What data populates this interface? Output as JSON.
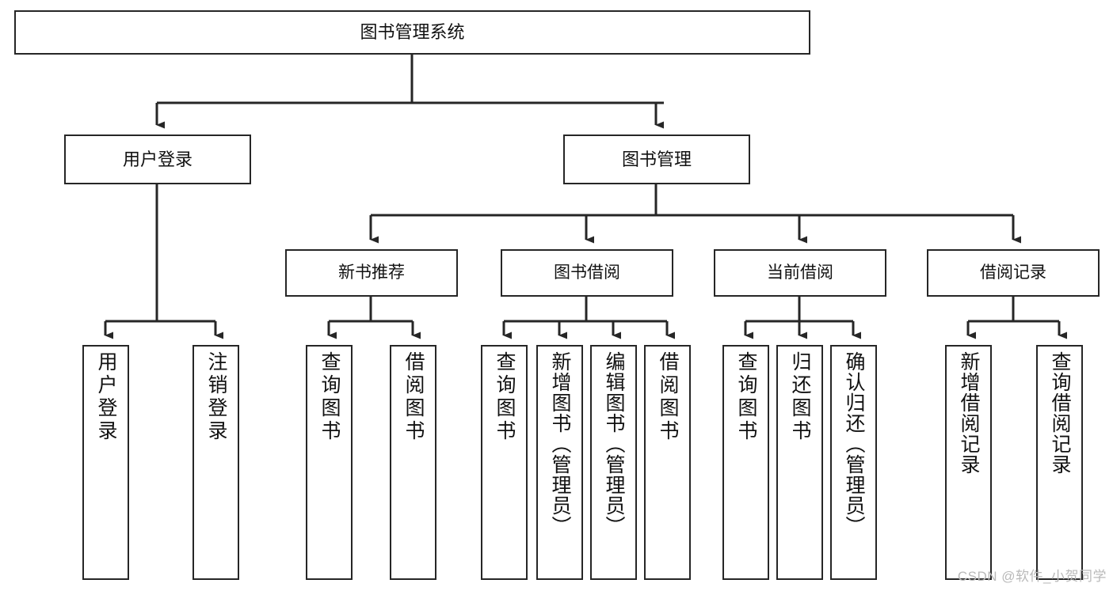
{
  "diagram": {
    "type": "hierarchy-tree",
    "title": "图书管理系统",
    "root": {
      "label": "图书管理系统"
    },
    "level2": [
      {
        "label": "用户登录"
      },
      {
        "label": "图书管理"
      }
    ],
    "level3": [
      {
        "label": "新书推荐"
      },
      {
        "label": "图书借阅"
      },
      {
        "label": "当前借阅"
      },
      {
        "label": "借阅记录"
      }
    ],
    "leaves": {
      "user_login": [
        {
          "label": "用户登录"
        },
        {
          "label": "注销登录"
        }
      ],
      "new_book_recommend": [
        {
          "label": "查询图书"
        },
        {
          "label": "借阅图书"
        }
      ],
      "book_borrow": [
        {
          "label": "查询图书"
        },
        {
          "label": "新增图书（管理员）"
        },
        {
          "label": "编辑图书（管理员）"
        },
        {
          "label": "借阅图书"
        }
      ],
      "current_borrow": [
        {
          "label": "查询图书"
        },
        {
          "label": "归还图书"
        },
        {
          "label": "确认归还（管理员）"
        }
      ],
      "borrow_record": [
        {
          "label": "新增借阅记录"
        },
        {
          "label": "查询借阅记录"
        }
      ]
    }
  },
  "watermark": {
    "text": "CSDN @软件_小贺同学"
  },
  "colors": {
    "stroke": "#262626",
    "box_fill": "#ffffff",
    "text": "#111111",
    "watermark": "#b9b9b9"
  }
}
